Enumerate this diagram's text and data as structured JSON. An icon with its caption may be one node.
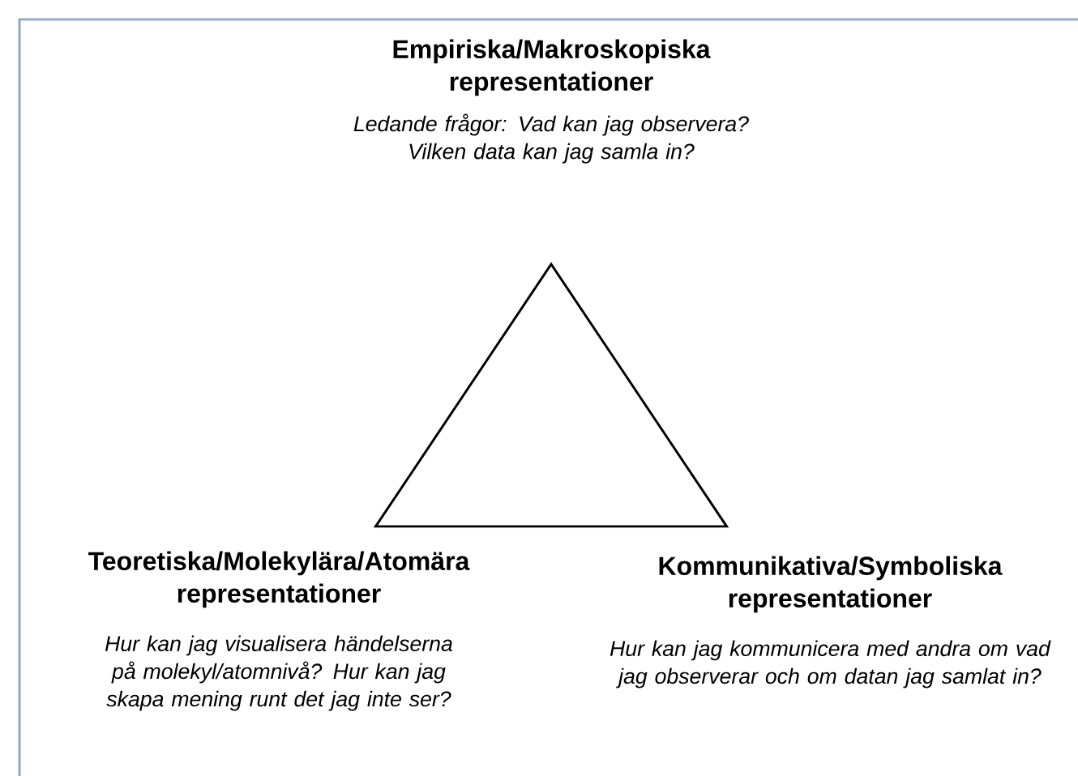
{
  "diagram": {
    "nodes": [
      {
        "text": [],
        "shape": "triangle"
      }
    ],
    "labels": [
      "Empiriska/Makroskopiska representationer",
      "Ledande frågor: Vad kan jag observera? Vilken data kan jag samla in?",
      "Teoretiska/Molekylära/Atomära representationer",
      "Hur kan jag visualisera händelserna på molekyl/atomnivå? Hur kan jag skapa mening runt det jag inte ser?",
      "Kommunikativa/Symboliska representationer",
      "Hur kan jag kommunicera med andra om vad jag observerar och om datan jag samlat in?"
    ]
  }
}
